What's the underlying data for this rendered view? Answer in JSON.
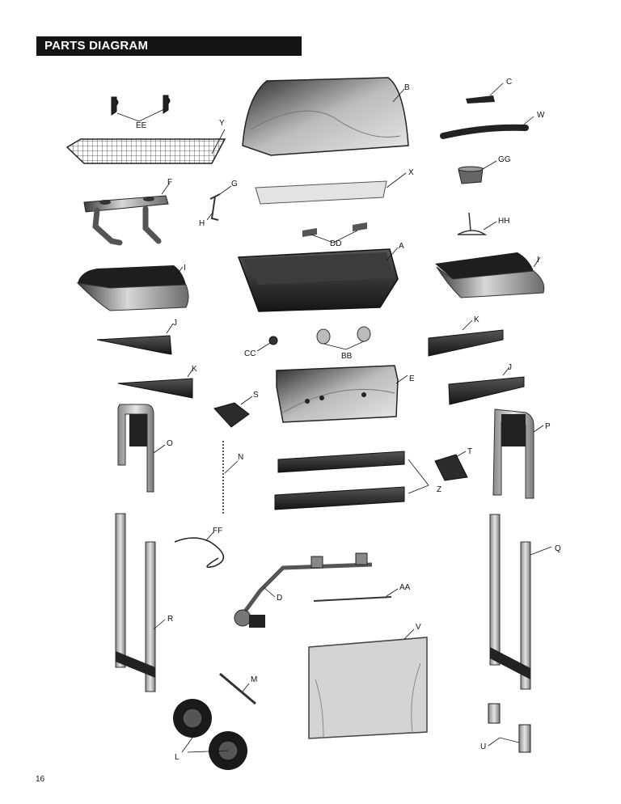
{
  "header": {
    "title": "PARTS DIAGRAM"
  },
  "page_number": "16",
  "parts": {
    "A": "A",
    "B": "B",
    "C": "C",
    "D": "D",
    "E": "E",
    "F": "F",
    "G": "G",
    "H": "H",
    "I": "I",
    "J": "J",
    "K": "K",
    "L": "L",
    "M": "M",
    "N": "N",
    "O": "O",
    "P": "P",
    "Q": "Q",
    "R": "R",
    "S": "S",
    "T": "T",
    "U": "U",
    "V": "V",
    "W": "W",
    "X": "X",
    "Y": "Y",
    "Z": "Z",
    "AA": "AA",
    "BB": "BB",
    "CC": "CC",
    "DD": "DD",
    "EE": "EE",
    "FF": "FF",
    "GG": "GG",
    "HH": "HH"
  }
}
